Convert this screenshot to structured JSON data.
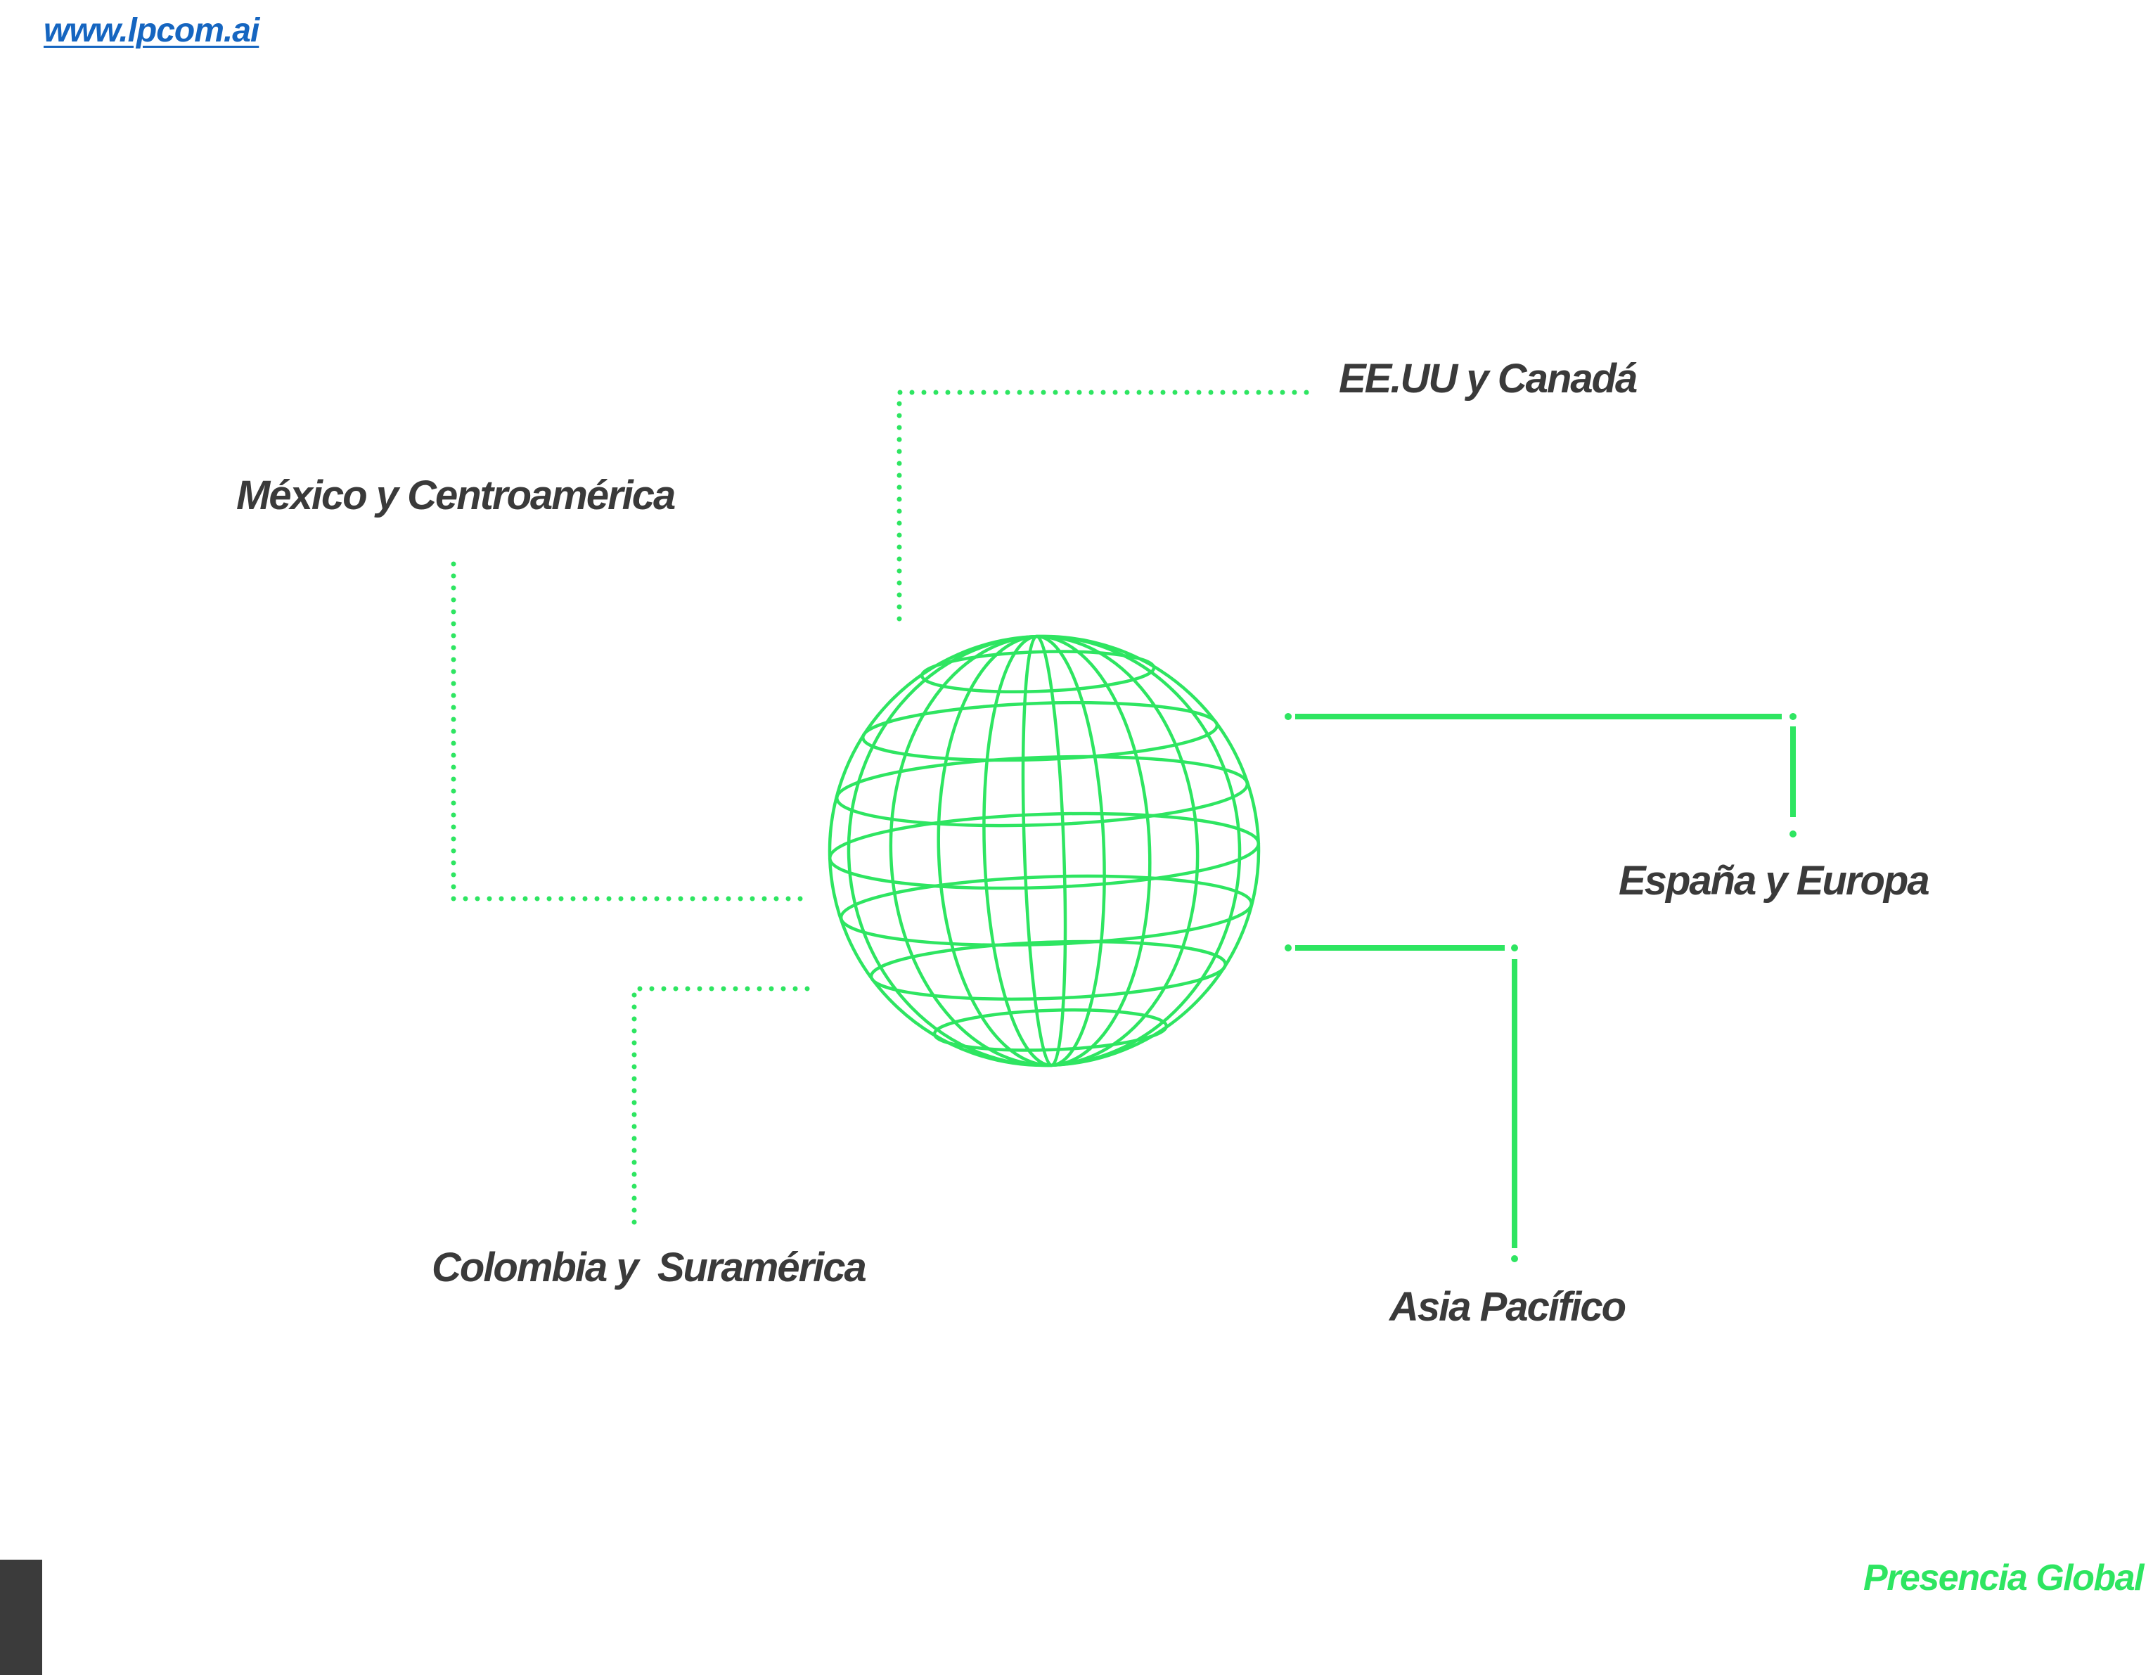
{
  "header": {
    "website": "www.lpcom.ai"
  },
  "regions": {
    "eeuu": "EE.UU y Canadá",
    "mexico": "México y Centroamérica",
    "espana": "España y Europa",
    "colombia": "Colombia y  Suramérica",
    "asia": "Asia Pacífico"
  },
  "footer": {
    "title": "Presencia Global"
  },
  "colors": {
    "accent_green": "#2ee561",
    "text_dark": "#3a3a3a",
    "link_blue": "#1565c0",
    "tab_dark": "#3b3b3b"
  },
  "icons": {
    "globe": "wireframe-globe-icon"
  }
}
